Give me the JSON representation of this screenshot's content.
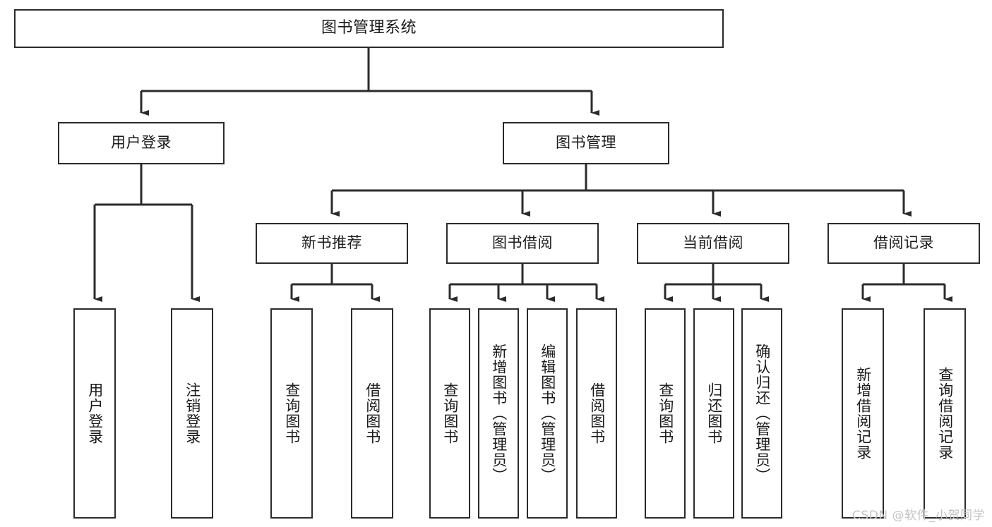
{
  "diagram": {
    "title": "图书管理系统",
    "type": "tree",
    "watermark": "CSDN @软件_小贺同学",
    "colors": {
      "box_border": "#2b2b2b",
      "box_fill": "#ffffff",
      "connector": "#2b2b2b",
      "text": "#1a1a1a",
      "watermark": "#c3c3c3",
      "background": "#ffffff"
    },
    "root": {
      "label": "图书管理系统",
      "orientation": "horizontal"
    },
    "level2": [
      {
        "label": "用户登录",
        "orientation": "horizontal"
      },
      {
        "label": "图书管理",
        "orientation": "horizontal"
      }
    ],
    "level3": [
      {
        "label": "新书推荐",
        "orientation": "horizontal",
        "parent": "图书管理"
      },
      {
        "label": "图书借阅",
        "orientation": "horizontal",
        "parent": "图书管理"
      },
      {
        "label": "当前借阅",
        "orientation": "horizontal",
        "parent": "图书管理"
      },
      {
        "label": "借阅记录",
        "orientation": "horizontal",
        "parent": "图书管理"
      }
    ],
    "leaves": {
      "user_login": [
        {
          "label": "用户登录",
          "orientation": "vertical"
        },
        {
          "label": "注销登录",
          "orientation": "vertical"
        }
      ],
      "new_book_recommend": [
        {
          "label": "查询图书",
          "orientation": "vertical"
        },
        {
          "label": "借阅图书",
          "orientation": "vertical"
        }
      ],
      "book_borrow": [
        {
          "label": "查询图书",
          "orientation": "vertical"
        },
        {
          "label": "新增图书（管理员）",
          "orientation": "vertical"
        },
        {
          "label": "编辑图书（管理员）",
          "orientation": "vertical"
        },
        {
          "label": "借阅图书",
          "orientation": "vertical"
        }
      ],
      "current_borrow": [
        {
          "label": "查询图书",
          "orientation": "vertical"
        },
        {
          "label": "归还图书",
          "orientation": "vertical"
        },
        {
          "label": "确认归还（管理员）",
          "orientation": "vertical"
        }
      ],
      "borrow_record": [
        {
          "label": "新增借阅记录",
          "orientation": "vertical"
        },
        {
          "label": "查询借阅记录",
          "orientation": "vertical"
        }
      ]
    }
  }
}
